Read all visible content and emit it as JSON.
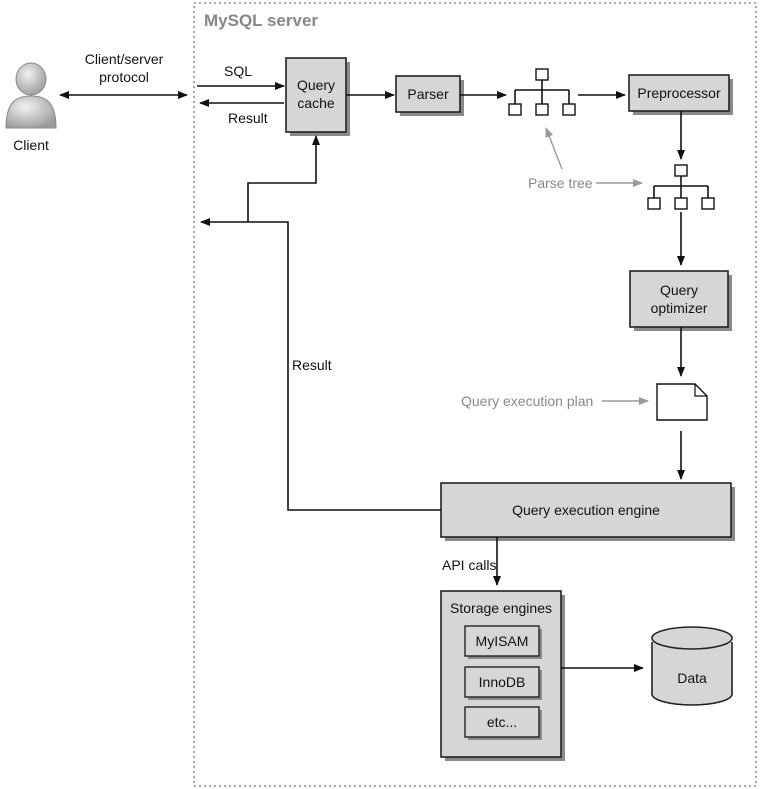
{
  "server": {
    "title": "MySQL server"
  },
  "client": {
    "label": "Client"
  },
  "protocol": {
    "line1": "Client/server",
    "line2": "protocol"
  },
  "labels": {
    "sql": "SQL",
    "result_top": "Result",
    "result_left": "Result",
    "parse_tree": "Parse tree",
    "query_execution_plan": "Query execution plan",
    "api_calls": "API calls"
  },
  "boxes": {
    "query_cache": {
      "line1": "Query",
      "line2": "cache"
    },
    "parser": "Parser",
    "preprocessor": "Preprocessor",
    "query_optimizer": {
      "line1": "Query",
      "line2": "optimizer"
    },
    "query_execution_engine": "Query execution engine",
    "storage_engines": "Storage engines"
  },
  "engines": [
    "MyISAM",
    "InnoDB",
    "etc..."
  ],
  "data": "Data"
}
